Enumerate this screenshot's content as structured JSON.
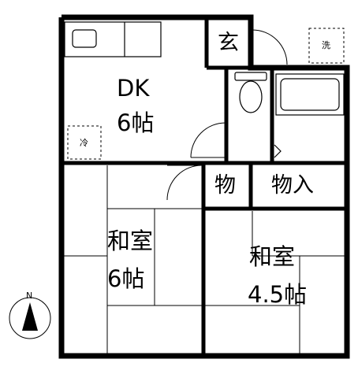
{
  "rooms": {
    "dk": {
      "name": "DK",
      "size": "6帖"
    },
    "washitsu_west": {
      "name": "和室",
      "size": "6帖"
    },
    "washitsu_east": {
      "name": "和室",
      "size": "4.5帖"
    },
    "genkan": {
      "label": "玄"
    },
    "mono": {
      "label": "物"
    },
    "monoire": {
      "label": "物入"
    }
  },
  "fixtures": {
    "washer": "洗",
    "fridge": "冷"
  },
  "compass": {
    "north": "N"
  }
}
